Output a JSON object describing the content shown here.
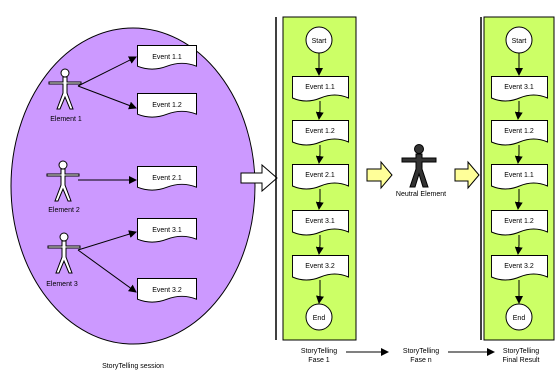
{
  "session": {
    "label": "StoryTelling session",
    "elements": [
      {
        "label": "Element 1",
        "events": [
          "Event 1.1",
          "Event 1.2"
        ]
      },
      {
        "label": "Element 2",
        "events": [
          "Event 2.1"
        ]
      },
      {
        "label": "Element 3",
        "events": [
          "Event 3.1",
          "Event 3.2"
        ]
      }
    ]
  },
  "flow1": {
    "start": "Start",
    "events": [
      "Event 1.1",
      "Event 1.2",
      "Event 2.1",
      "Event 3.1",
      "Event 3.2"
    ],
    "end": "End",
    "caption_line1": "StoryTelling",
    "caption_line2": "Fase 1"
  },
  "neutral": {
    "label": "Neutral Element"
  },
  "fase_n": {
    "caption_line1": "StoryTelling",
    "caption_line2": "Fase n"
  },
  "flow2": {
    "start": "Start",
    "events": [
      "Event 3.1",
      "Event 1.2",
      "Event 1.1",
      "Event 1.2",
      "Event 3.2"
    ],
    "end": "End",
    "caption_line1": "StoryTelling",
    "caption_line2": "Final Result"
  },
  "colors": {
    "session_fill": "#cc99ff",
    "flow_fill": "#ccff66",
    "arrow_fill": "#ffff99",
    "neutral_figure": "#333333"
  }
}
